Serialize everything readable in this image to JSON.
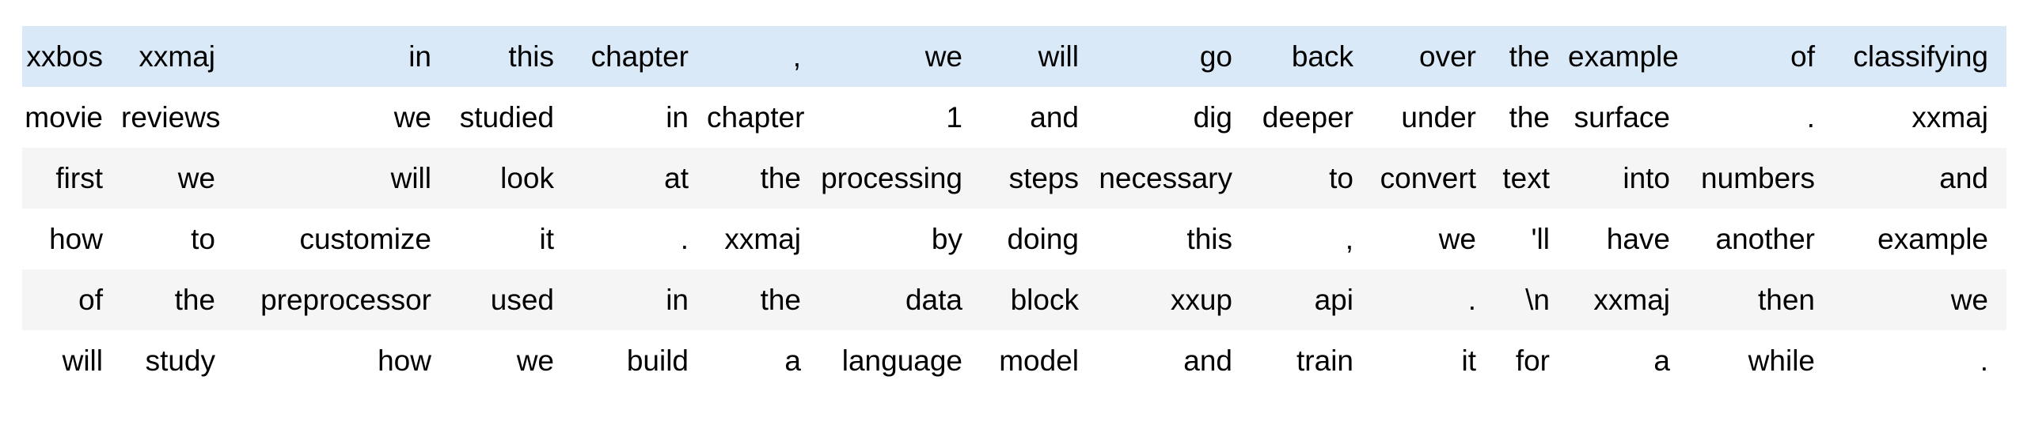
{
  "app": {
    "description": "Tokenized text table output (notebook dataframe render)"
  },
  "colors": {
    "page_bg": "#ffffff",
    "plain_row_bg": "#ffffff",
    "stripe_row_bg": "#f5f5f5",
    "highlight_row_bg": "#d9e9f8",
    "text": "#000000"
  },
  "table": {
    "row_count": 6,
    "col_count": 15,
    "highlighted_row_index": 0,
    "striped_row_indices": [
      2,
      4
    ],
    "rows": [
      [
        "xxbos",
        "xxmaj",
        "in",
        "this",
        "chapter",
        ",",
        "we",
        "will",
        "go",
        "back",
        "over",
        "the",
        "example",
        "of",
        "classifying"
      ],
      [
        "movie",
        "reviews",
        "we",
        "studied",
        "in",
        "chapter",
        "1",
        "and",
        "dig",
        "deeper",
        "under",
        "the",
        "surface",
        ".",
        "xxmaj"
      ],
      [
        "first",
        "we",
        "will",
        "look",
        "at",
        "the",
        "processing",
        "steps",
        "necessary",
        "to",
        "convert",
        "text",
        "into",
        "numbers",
        "and"
      ],
      [
        "how",
        "to",
        "customize",
        "it",
        ".",
        "xxmaj",
        "by",
        "doing",
        "this",
        ",",
        "we",
        "'ll",
        "have",
        "another",
        "example"
      ],
      [
        "of",
        "the",
        "preprocessor",
        "used",
        "in",
        "the",
        "data",
        "block",
        "xxup",
        "api",
        ".",
        "\\n",
        "xxmaj",
        "then",
        "we"
      ],
      [
        "will",
        "study",
        "how",
        "we",
        "build",
        "a",
        "language",
        "model",
        "and",
        "train",
        "it",
        "for",
        "a",
        "while",
        "."
      ]
    ]
  }
}
